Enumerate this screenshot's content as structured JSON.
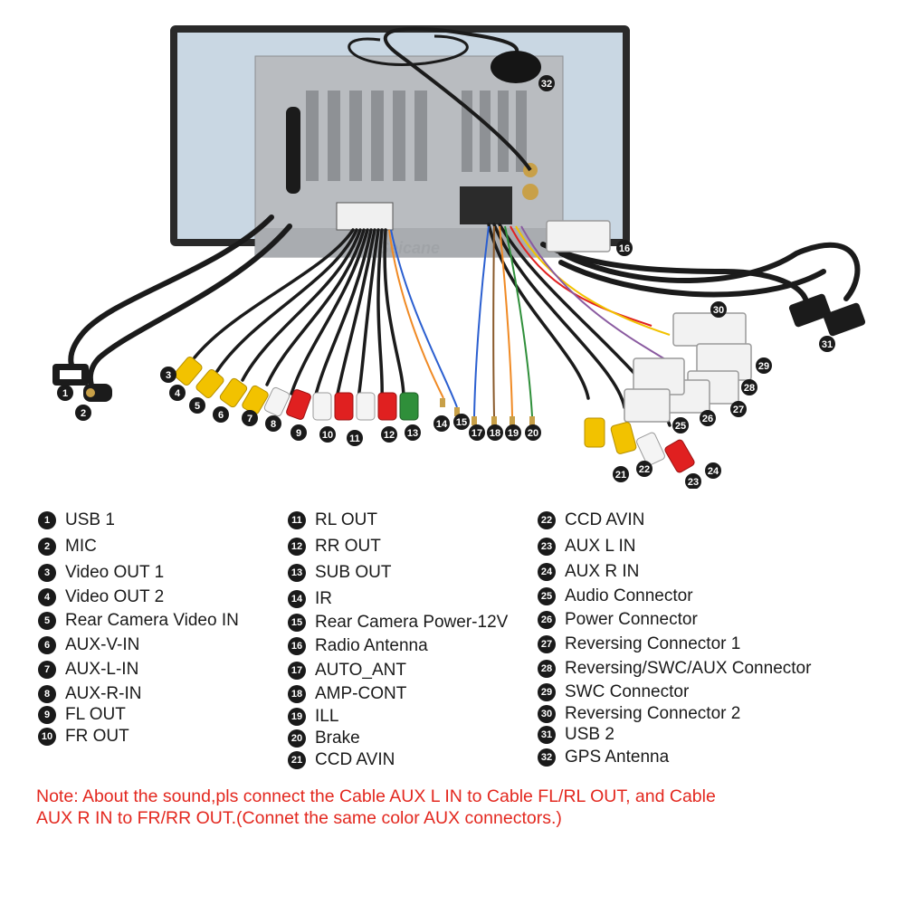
{
  "brand_watermark": "Seicane",
  "legend": [
    {
      "num": "1",
      "label": "USB 1"
    },
    {
      "num": "2",
      "label": "MIC"
    },
    {
      "num": "3",
      "label": "Video OUT 1"
    },
    {
      "num": "4",
      "label": "Video OUT 2"
    },
    {
      "num": "5",
      "label": "Rear Camera Video IN"
    },
    {
      "num": "6",
      "label": "AUX-V-IN"
    },
    {
      "num": "7",
      "label": "AUX-L-IN"
    },
    {
      "num": "8",
      "label": "AUX-R-IN"
    },
    {
      "num": "9",
      "label": "FL OUT"
    },
    {
      "num": "10",
      "label": "FR OUT"
    },
    {
      "num": "11",
      "label": "RL OUT"
    },
    {
      "num": "12",
      "label": "RR OUT"
    },
    {
      "num": "13",
      "label": "SUB OUT"
    },
    {
      "num": "14",
      "label": "IR"
    },
    {
      "num": "15",
      "label": "Rear Camera Power-12V"
    },
    {
      "num": "16",
      "label": "Radio Antenna"
    },
    {
      "num": "17",
      "label": "AUTO_ANT"
    },
    {
      "num": "18",
      "label": "AMP-CONT"
    },
    {
      "num": "19",
      "label": "ILL"
    },
    {
      "num": "20",
      "label": "Brake"
    },
    {
      "num": "21",
      "label": "CCD AVIN"
    },
    {
      "num": "22",
      "label": "CCD AVIN"
    },
    {
      "num": "23",
      "label": "AUX L IN"
    },
    {
      "num": "24",
      "label": "AUX R IN"
    },
    {
      "num": "25",
      "label": "Audio Connector"
    },
    {
      "num": "26",
      "label": "Power Connector"
    },
    {
      "num": "27",
      "label": "Reversing Connector 1"
    },
    {
      "num": "28",
      "label": "Reversing/SWC/AUX Connector"
    },
    {
      "num": "29",
      "label": "SWC Connector"
    },
    {
      "num": "30",
      "label": "Reversing Connector 2"
    },
    {
      "num": "31",
      "label": "USB 2"
    },
    {
      "num": "32",
      "label": "GPS Antenna"
    }
  ],
  "note": {
    "line1": "Note: About the sound,pls connect the Cable AUX L IN to Cable FL/RL OUT, and Cable",
    "line2": "AUX R IN to  FR/RR OUT.(Connet the same color AUX connectors.)"
  },
  "colors": {
    "note_red": "#e3281f",
    "rca_yellow": "#f2c200",
    "rca_red": "#e02020",
    "rca_white": "#f4f4f4",
    "rca_green": "#2f8f3a",
    "cable_black": "#1b1b1b",
    "chassis": "#b9bcc0"
  }
}
